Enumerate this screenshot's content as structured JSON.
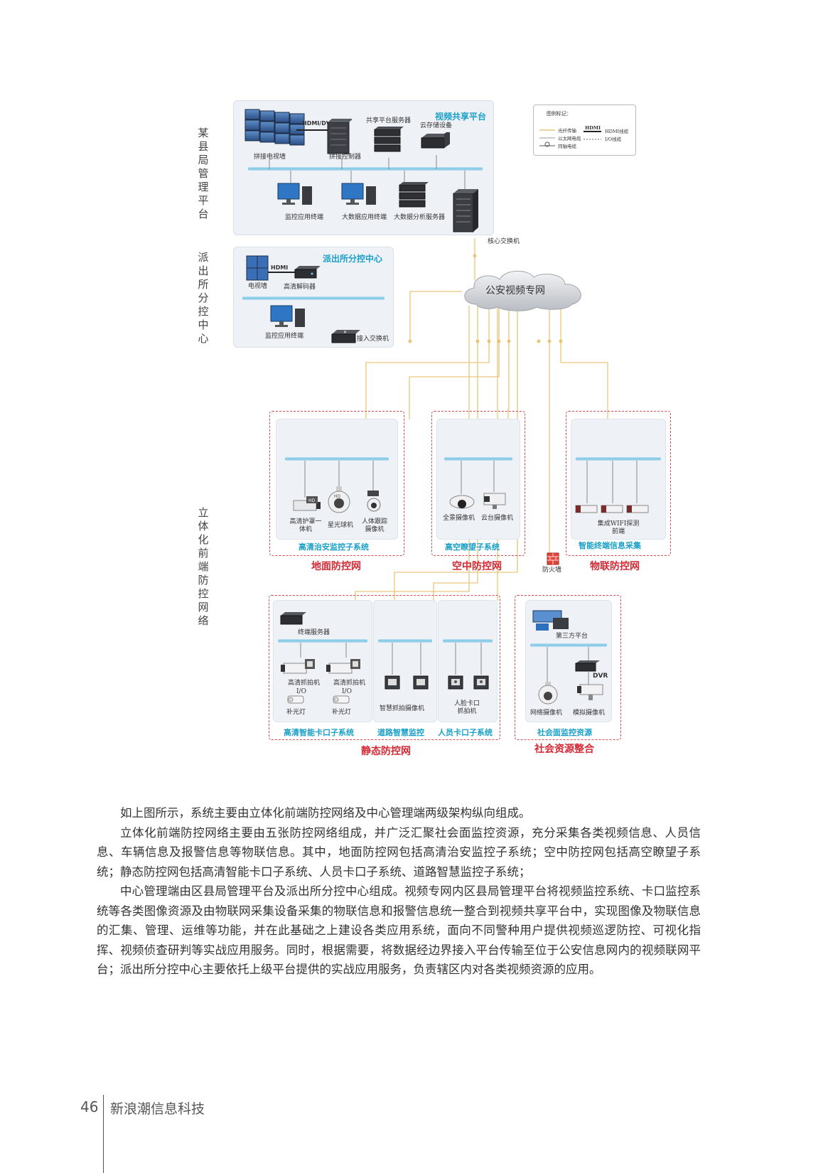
{
  "side_labels": {
    "county": "某县局管理平台",
    "station": "派出所分控中心",
    "frontend": "立体化前端防控网络"
  },
  "county": {
    "title": "视频共享平台",
    "hdmi": "HDMI/DVI",
    "videowall": "拼接电视墙",
    "controller": "拼接控制器",
    "share_server": "共享平台服务器",
    "cloud": "云存储设备",
    "monitor_term": "监控应用终端",
    "bigdata_term": "大数据应用终端",
    "bigdata_server": "大数据分析服务器",
    "core_switch": "核心交换机"
  },
  "legend": {
    "title": "图例标记：",
    "fiber": "光纤传输",
    "ethernet": "以太网电缆",
    "coax": "同轴电缆",
    "hdmi_short": "HDMI",
    "hdmi": "HDMI线缆",
    "io": "I/O线缆"
  },
  "station": {
    "title": "派出所分控中心",
    "hdmi": "HDMI",
    "tv_wall": "电视墙",
    "decoder": "高清解码器",
    "monitor_term": "监控应用终端",
    "access_switch": "接入交换机"
  },
  "cloud": "公安视频专网",
  "ground": {
    "sub": "高清治安监控子系统",
    "net": "地面防控网",
    "cam1": "高清护罩一体机",
    "cam2": "星光球机",
    "cam3": "人体跟踪摄像机"
  },
  "air": {
    "sub": "高空瞭望子系统",
    "net": "空中防控网",
    "cam1": "全景摄像机",
    "cam2": "云台摄像机"
  },
  "iot": {
    "sub": "智能终端信息采集",
    "net": "物联防控网",
    "cam1": "集成WIFI探测前端"
  },
  "firewall": "防火墙",
  "static": {
    "net": "静态防控网",
    "terminal_server": "终端服务器",
    "cap1": "高清抓拍机",
    "cap2": "高清抓拍机",
    "io": "I/O",
    "light": "补光灯",
    "road_cam": "智慧抓拍摄像机",
    "face_cam": "人脸卡口抓拍机",
    "sub1": "高清智能卡口子系统",
    "sub2": "道路智慧监控",
    "sub3": "人员卡口子系统"
  },
  "social": {
    "third": "第三方平台",
    "dvr": "DVR",
    "net_cam": "网络摄像机",
    "analog_cam": "模拟摄像机",
    "sub": "社会面监控资源",
    "net": "社会资源整合"
  },
  "paragraphs": [
    "如上图所示，系统主要由立体化前端防控网络及中心管理端两级架构纵向组成。",
    "立体化前端防控网络主要由五张防控网络组成，并广泛汇聚社会面监控资源，充分采集各类视频信息、人员信息、车辆信息及报警信息等物联信息。其中，地面防控网包括高清治安监控子系统；空中防控网包括高空瞭望子系统；静态防控网包括高清智能卡口子系统、人员卡口子系统、道路智慧监控子系统；",
    "中心管理端由区县局管理平台及派出所分控中心组成。视频专网内区县局管理平台将视频监控系统、卡口监控系统等各类图像资源及由物联网采集设备采集的物联信息和报警信息统一整合到视频共享平台中，实现图像及物联信息的汇集、管理、运维等功能，并在此基础之上建设各类应用系统，面向不同警种用户提供视频巡逻防控、可视化指挥、视频侦查研判等实战应用服务。同时，根据需要，将数据经边界接入平台传输至位于公安信息网内的视频联网平台；派出所分控中心主要依托上级平台提供的实战应用服务，负责辖区内对各类视频资源的应用。"
  ],
  "footer": {
    "page": "46",
    "company": "新浪潮信息科技"
  }
}
